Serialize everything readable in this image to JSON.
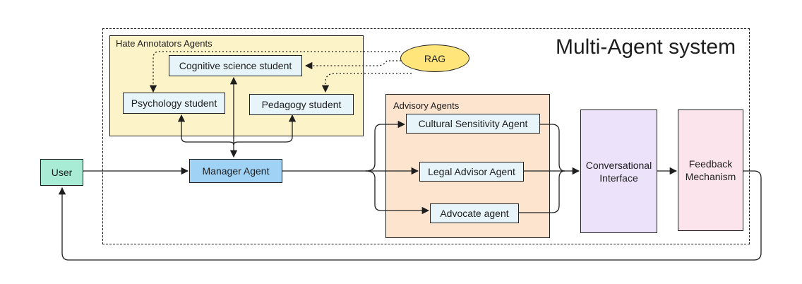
{
  "title": "Multi-Agent system",
  "groups": {
    "hate_annotators": {
      "label": "Hate Annotators Agents"
    },
    "advisory": {
      "label": "Advisory Agents"
    }
  },
  "nodes": {
    "rag": "RAG",
    "cognitive": "Cognitive science student",
    "psychology": "Psychology student",
    "pedagogy": "Pedagogy student",
    "user": "User",
    "manager": "Manager Agent",
    "cultural": "Cultural Sensitivity Agent",
    "legal": "Legal Advisor Agent",
    "advocate": "Advocate agent",
    "conversational": "Conversational Interface",
    "feedback": "Feedback Mechanism"
  },
  "colors": {
    "hate_group_fill": "#fdf3c8",
    "advisory_group_fill": "#fde4cf",
    "rag_fill": "#ffe57a",
    "user_fill": "#a9ecd6",
    "manager_fill": "#9fd2f5",
    "agent_fill": "#e7f5fb",
    "conversational_fill": "#ece3fb",
    "feedback_fill": "#fce4ec",
    "stroke": "#1e1e1e"
  }
}
